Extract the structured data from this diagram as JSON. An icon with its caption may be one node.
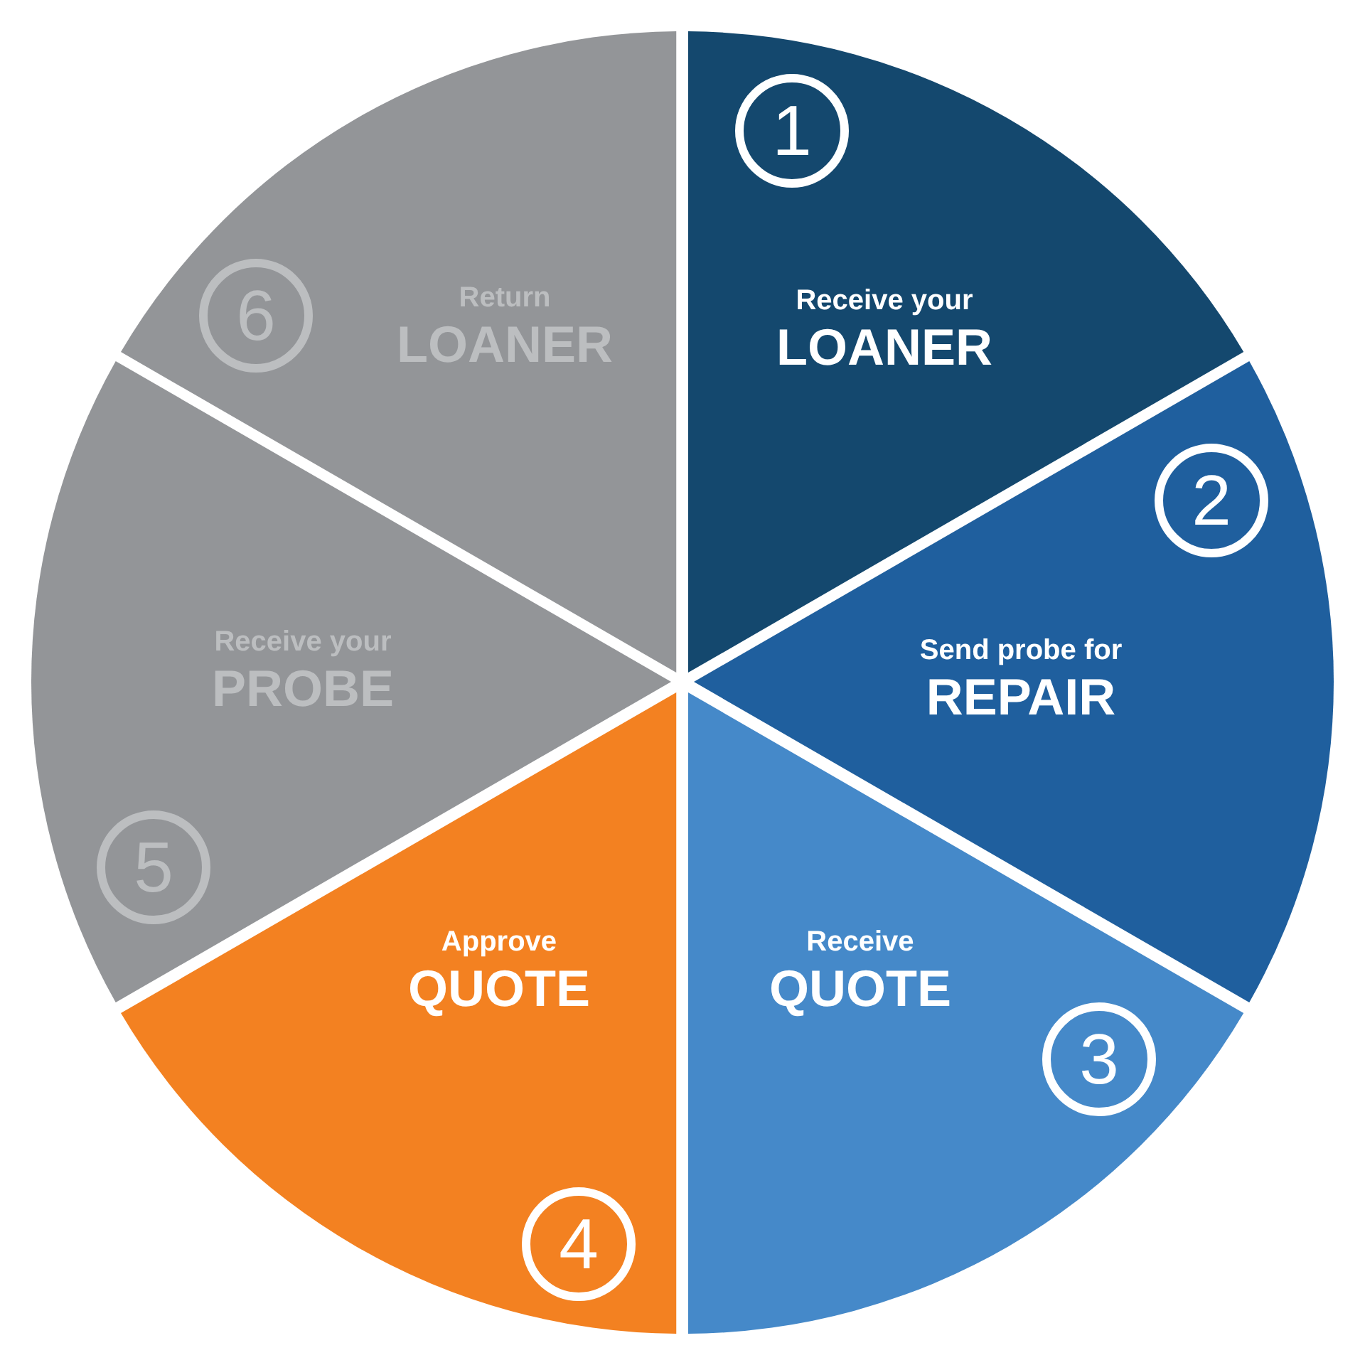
{
  "diagram": {
    "nodes": [
      {
        "text": [
          "Receive your",
          "LOANER"
        ]
      },
      {
        "text": [
          "1"
        ],
        "in": 0
      },
      {
        "text": [
          "Send probe for",
          "REPAIR"
        ]
      },
      {
        "text": [
          "2"
        ],
        "in": 2
      },
      {
        "text": [
          "Receive",
          "QUOTE"
        ]
      },
      {
        "text": [
          "3"
        ],
        "in": 4
      },
      {
        "text": [
          "Approve",
          "QUOTE"
        ]
      },
      {
        "text": [
          "4"
        ],
        "in": 6
      },
      {
        "text": [
          "Receive your",
          "PROBE"
        ]
      },
      {
        "text": [
          "5"
        ],
        "in": 8
      },
      {
        "text": [
          "Return",
          "LOANER"
        ]
      },
      {
        "text": [
          "6"
        ],
        "in": 10
      }
    ]
  }
}
